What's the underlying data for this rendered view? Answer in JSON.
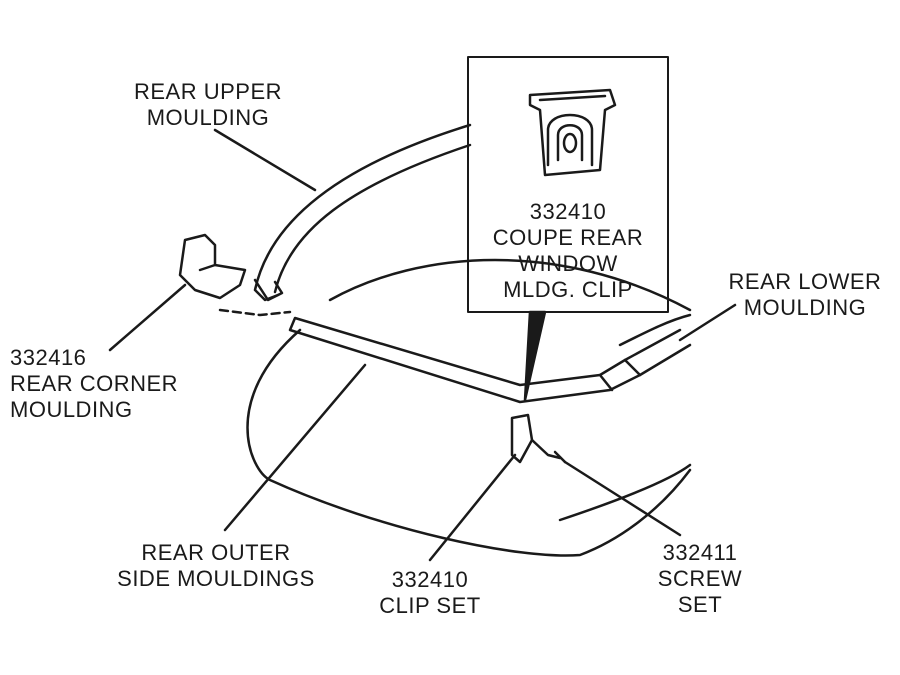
{
  "labels": {
    "rear_upper": [
      "REAR UPPER",
      "MOULDING"
    ],
    "clip_detail": [
      "332410",
      "COUPE REAR",
      "WINDOW",
      "MLDG. CLIP"
    ],
    "rear_lower": [
      "REAR LOWER",
      "MOULDING"
    ],
    "corner": [
      "332416",
      "REAR CORNER",
      "MOULDING"
    ],
    "outer_side": [
      "REAR OUTER",
      "SIDE MOULDINGS"
    ],
    "clip_set": [
      "332410",
      "CLIP SET"
    ],
    "screw_set": [
      "332411",
      "SCREW",
      "SET"
    ]
  },
  "colors": {
    "ink": "#1a1a1a",
    "background": "#ffffff"
  }
}
